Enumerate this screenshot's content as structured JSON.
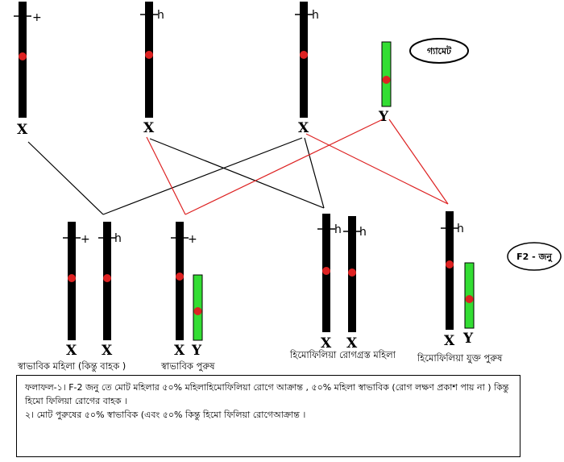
{
  "gamete_label": "গ্যামেট",
  "f2_label": "F2 - জনু",
  "gene_labels": {
    "normal": "+",
    "hemophilia": "h"
  },
  "chromosome_letters": {
    "x": "X",
    "y": "Y"
  },
  "offspring_captions": [
    "স্বাভাবিক মহিলা (কিন্তু বাহক )",
    "স্বাভাবিক পুরুষ",
    "হিমোফিলিয়া রোগগ্রস্ত মহিলা",
    "হিমোফিলিয়া যুক্ত পুরুষ"
  ],
  "result": {
    "line1": "ফলাফল-১। F-2 জনু তে মোট মহিলার ৫০% মহিলাহিমোফিলিয়া রোগে আক্রান্ত , ৫০% মহিলা স্বাভাবিক (রোগ লক্ষণ প্রকাশ পায় না ) কিন্তু হিমো ফিলিয়া রোগের বাহক ।",
    "line2": "২। মোট পুরুষের ৫০% স্বাভাবিক (এবং ৫০% কিন্তু হিমো ফিলিয়া রোগেআক্রান্ত ।"
  },
  "colors": {
    "chromosome": "#000000",
    "y_chromosome": "#33dd33",
    "centromere": "#dd2222",
    "cross_line_black": "#000000",
    "cross_line_red": "#dd2222"
  }
}
